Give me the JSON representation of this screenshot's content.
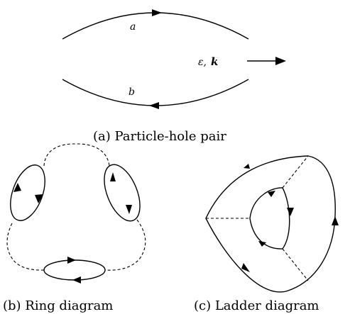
{
  "panel_a": {
    "label_a": "a",
    "label_b": "b",
    "label_eps": "ε,",
    "label_k": "k",
    "caption": "(a)  Particle-hole pair"
  },
  "panel_b": {
    "caption": "(b)  Ring diagram"
  },
  "panel_c": {
    "caption": "(c)  Ladder diagram"
  }
}
